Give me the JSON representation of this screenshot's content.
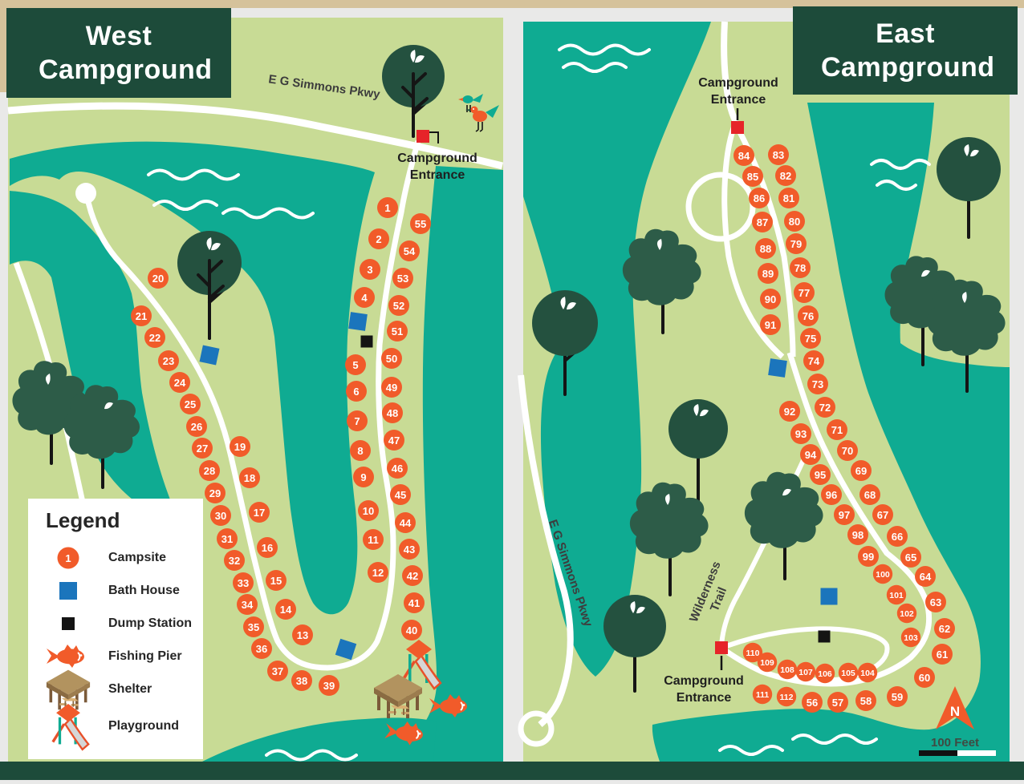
{
  "west": {
    "title": "West Campground",
    "road_label": "E G Simmons Pkwy",
    "entrance_label": "Campground Entrance",
    "campsites": [
      [
        1,
        483,
        259
      ],
      [
        2,
        472,
        298
      ],
      [
        3,
        461,
        336
      ],
      [
        4,
        454,
        371
      ],
      [
        5,
        443,
        455
      ],
      [
        6,
        444,
        488
      ],
      [
        7,
        445,
        525
      ],
      [
        8,
        449,
        562
      ],
      [
        9,
        453,
        595
      ],
      [
        10,
        459,
        637
      ],
      [
        11,
        465,
        673
      ],
      [
        12,
        471,
        714
      ],
      [
        13,
        377,
        792
      ],
      [
        14,
        356,
        760
      ],
      [
        15,
        344,
        724
      ],
      [
        16,
        333,
        683
      ],
      [
        17,
        323,
        639
      ],
      [
        18,
        311,
        596
      ],
      [
        19,
        299,
        557
      ],
      [
        20,
        197,
        347
      ],
      [
        21,
        176,
        394
      ],
      [
        22,
        193,
        421
      ],
      [
        23,
        210,
        450
      ],
      [
        24,
        224,
        477
      ],
      [
        25,
        237,
        504
      ],
      [
        26,
        245,
        532
      ],
      [
        27,
        252,
        559
      ],
      [
        28,
        261,
        587
      ],
      [
        29,
        268,
        615
      ],
      [
        30,
        275,
        643
      ],
      [
        31,
        283,
        672
      ],
      [
        32,
        292,
        699
      ],
      [
        33,
        303,
        727
      ],
      [
        34,
        308,
        754
      ],
      [
        35,
        316,
        782
      ],
      [
        36,
        326,
        809
      ],
      [
        37,
        346,
        837
      ],
      [
        38,
        376,
        849
      ],
      [
        39,
        410,
        855
      ],
      [
        40,
        513,
        786
      ],
      [
        41,
        516,
        752
      ],
      [
        42,
        514,
        718
      ],
      [
        43,
        510,
        685
      ],
      [
        44,
        505,
        652
      ],
      [
        45,
        499,
        617
      ],
      [
        46,
        495,
        584
      ],
      [
        47,
        491,
        549
      ],
      [
        48,
        489,
        515
      ],
      [
        49,
        488,
        483
      ],
      [
        50,
        488,
        447
      ],
      [
        51,
        495,
        413
      ],
      [
        52,
        497,
        381
      ],
      [
        53,
        502,
        347
      ],
      [
        54,
        510,
        313
      ],
      [
        55,
        524,
        279
      ]
    ],
    "bath_houses": [
      [
        446,
        401,
        8
      ],
      [
        261,
        443,
        12
      ],
      [
        431,
        810,
        18
      ]
    ],
    "dump_stations": [
      [
        457,
        426
      ]
    ],
    "entrances": [
      [
        527,
        170
      ]
    ]
  },
  "east": {
    "title": "East Campground",
    "road_label": "E G Simmons Pkwy",
    "trail_label_1": "Wilderness",
    "trail_label_2": "Trail",
    "entrance_label_top": "Campground Entrance",
    "entrance_label_bottom": "Campground Entrance",
    "campsites": [
      [
        56,
        1012,
        876
      ],
      [
        57,
        1044,
        876
      ],
      [
        58,
        1079,
        874
      ],
      [
        59,
        1118,
        869
      ],
      [
        60,
        1152,
        845
      ],
      [
        61,
        1174,
        816
      ],
      [
        62,
        1177,
        784
      ],
      [
        63,
        1166,
        751
      ],
      [
        64,
        1153,
        719
      ],
      [
        65,
        1135,
        695
      ],
      [
        66,
        1118,
        669
      ],
      [
        67,
        1100,
        642
      ],
      [
        68,
        1084,
        617
      ],
      [
        69,
        1073,
        587
      ],
      [
        70,
        1056,
        562
      ],
      [
        71,
        1043,
        536
      ],
      [
        72,
        1028,
        508
      ],
      [
        73,
        1019,
        479
      ],
      [
        74,
        1014,
        450
      ],
      [
        75,
        1010,
        422
      ],
      [
        76,
        1007,
        394
      ],
      [
        77,
        1002,
        365
      ],
      [
        78,
        997,
        334
      ],
      [
        79,
        992,
        304
      ],
      [
        80,
        990,
        276
      ],
      [
        81,
        983,
        247
      ],
      [
        82,
        979,
        219
      ],
      [
        83,
        970,
        193
      ],
      [
        84,
        927,
        194
      ],
      [
        85,
        938,
        220
      ],
      [
        86,
        946,
        247
      ],
      [
        87,
        950,
        277
      ],
      [
        88,
        954,
        310
      ],
      [
        89,
        957,
        341
      ],
      [
        90,
        960,
        373
      ],
      [
        91,
        960,
        405
      ],
      [
        92,
        984,
        513
      ],
      [
        93,
        998,
        541
      ],
      [
        94,
        1010,
        567
      ],
      [
        95,
        1022,
        592
      ],
      [
        96,
        1036,
        617
      ],
      [
        97,
        1052,
        642
      ],
      [
        98,
        1069,
        667
      ],
      [
        99,
        1082,
        694
      ],
      [
        100,
        1100,
        716
      ],
      [
        101,
        1117,
        742
      ],
      [
        102,
        1130,
        765
      ],
      [
        103,
        1135,
        795
      ],
      [
        104,
        1081,
        839
      ],
      [
        105,
        1057,
        839
      ],
      [
        106,
        1028,
        840
      ],
      [
        107,
        1004,
        838
      ],
      [
        108,
        981,
        835
      ],
      [
        109,
        956,
        826
      ],
      [
        110,
        938,
        814
      ],
      [
        111,
        950,
        866
      ],
      [
        112,
        980,
        869
      ]
    ],
    "bath_houses": [
      [
        969,
        459,
        8
      ],
      [
        1033,
        744,
        0
      ]
    ],
    "dump_stations": [
      [
        1027,
        794
      ]
    ],
    "entrances": [
      [
        919,
        159
      ],
      [
        899,
        808
      ]
    ]
  },
  "legend": {
    "title": "Legend",
    "campsite_badge": "1",
    "items": [
      {
        "icon": "campsite-icon",
        "label": "Campsite"
      },
      {
        "icon": "bath-house-icon",
        "label": "Bath House"
      },
      {
        "icon": "dump-station-icon",
        "label": "Dump Station"
      },
      {
        "icon": "fishing-pier-icon",
        "label": "Fishing Pier"
      },
      {
        "icon": "shelter-icon",
        "label": "Shelter"
      },
      {
        "icon": "playground-icon",
        "label": "Playground"
      }
    ]
  },
  "compass": {
    "label": "N"
  },
  "scale": {
    "label": "100 Feet"
  },
  "colors": {
    "teal_water": "#0fab92",
    "land_green": "#c8db95",
    "dark_green": "#1d4b3a",
    "campsite_orange": "#f15b2a",
    "bath_blue": "#1b75bc",
    "dump_black": "#141414",
    "entrance_red": "#e62429",
    "tan_border": "#d5c29b"
  }
}
